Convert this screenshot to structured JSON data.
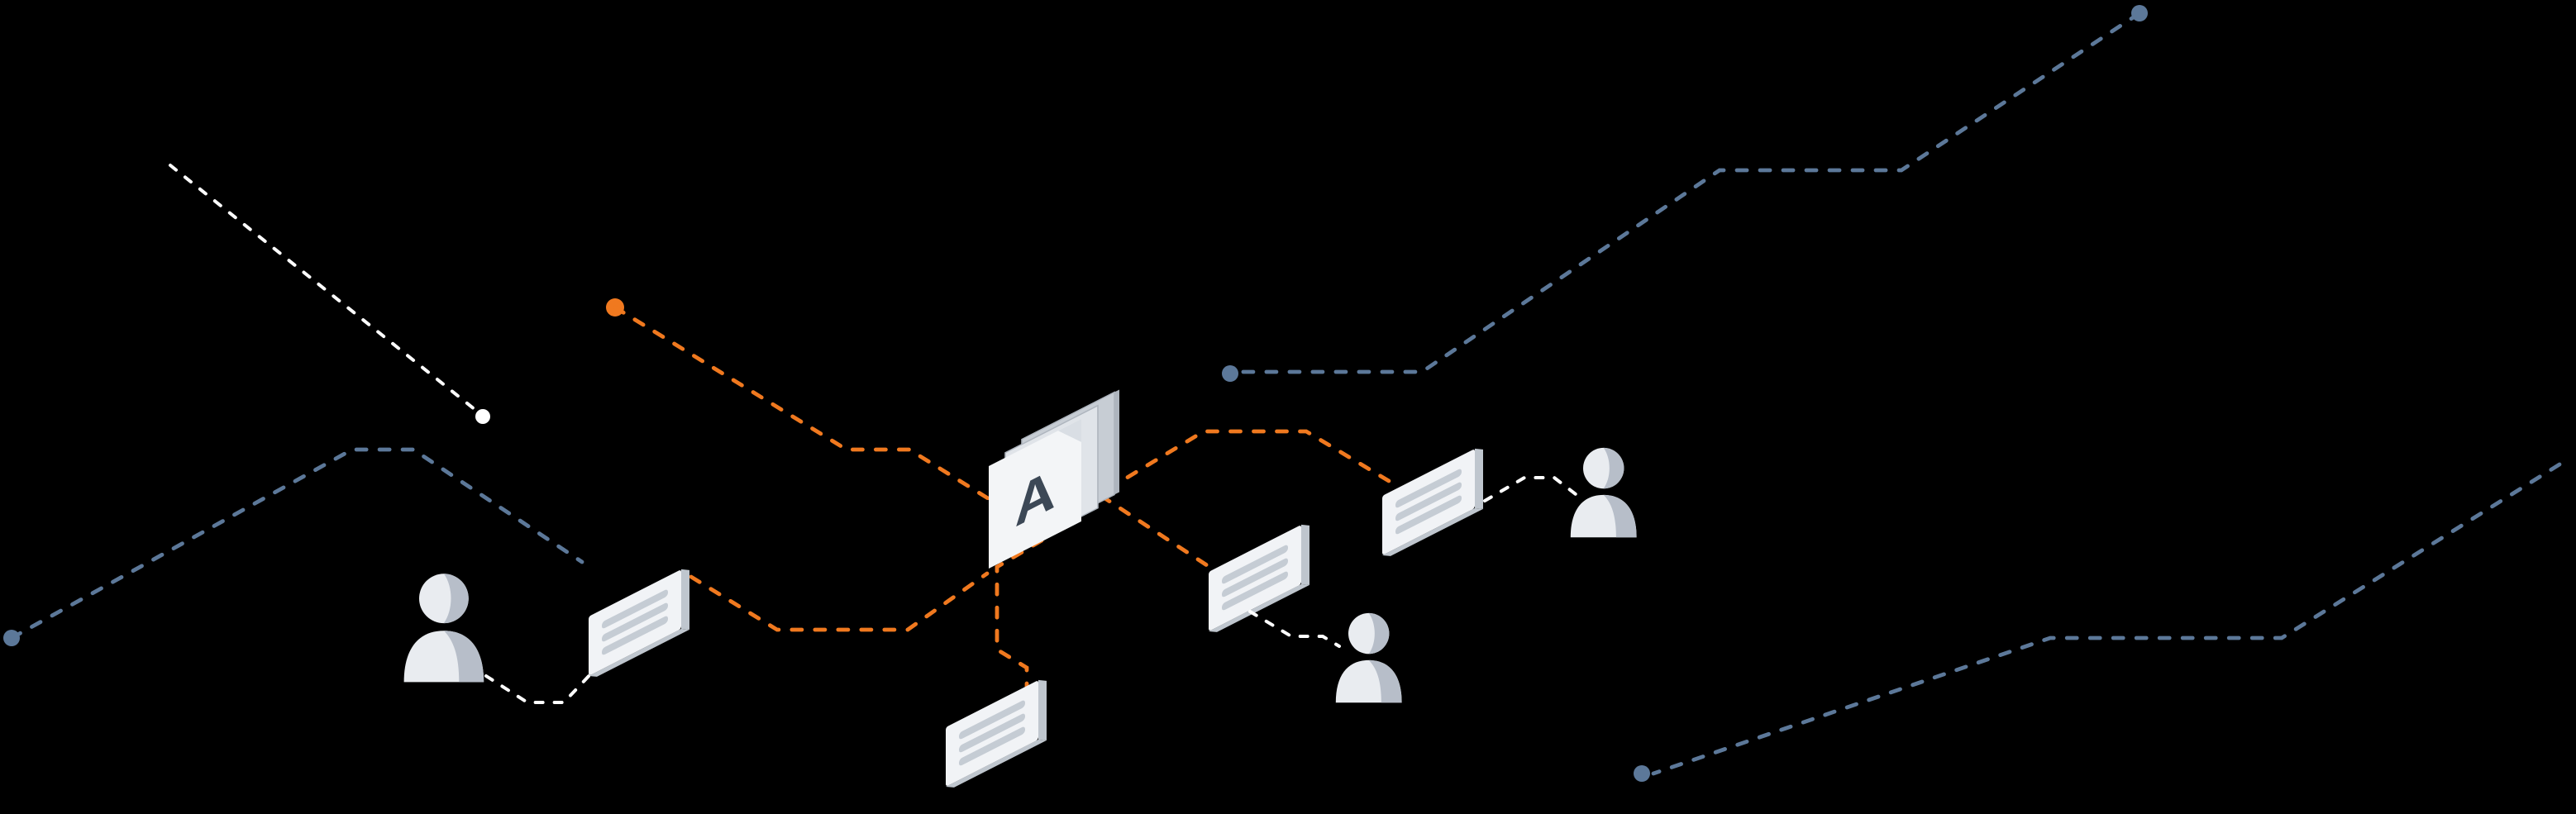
{
  "scene": {
    "background": "#000000",
    "document": {
      "label": "A"
    },
    "colors": {
      "orange": "#F0791F",
      "blue": "#5C7899",
      "white": "#FFFFFF",
      "page_front": "#F3F5F7",
      "page_mid": "#E0E4E9",
      "page_back": "#C7CDD4",
      "page_edge": "#AEB5BE",
      "page_fold": "#D9DEE4",
      "letter": "#3C4856",
      "card_face": "#F1F3F6",
      "card_side": "#BFC6CE",
      "card_line": "#C5CCD4",
      "figure_light": "#E9ECF0",
      "figure_dark": "#B7BEC9"
    },
    "elements": {
      "persons": [
        "person-left",
        "person-bottom-right",
        "person-right"
      ],
      "message_cards": [
        "message-card-left",
        "message-card-bottom",
        "message-card-center-right",
        "message-card-top-right"
      ],
      "dots": [
        "dot-white",
        "dot-orange",
        "dot-blue-top-right",
        "dot-blue-center",
        "dot-blue-left",
        "dot-blue-bottom-right"
      ]
    }
  }
}
